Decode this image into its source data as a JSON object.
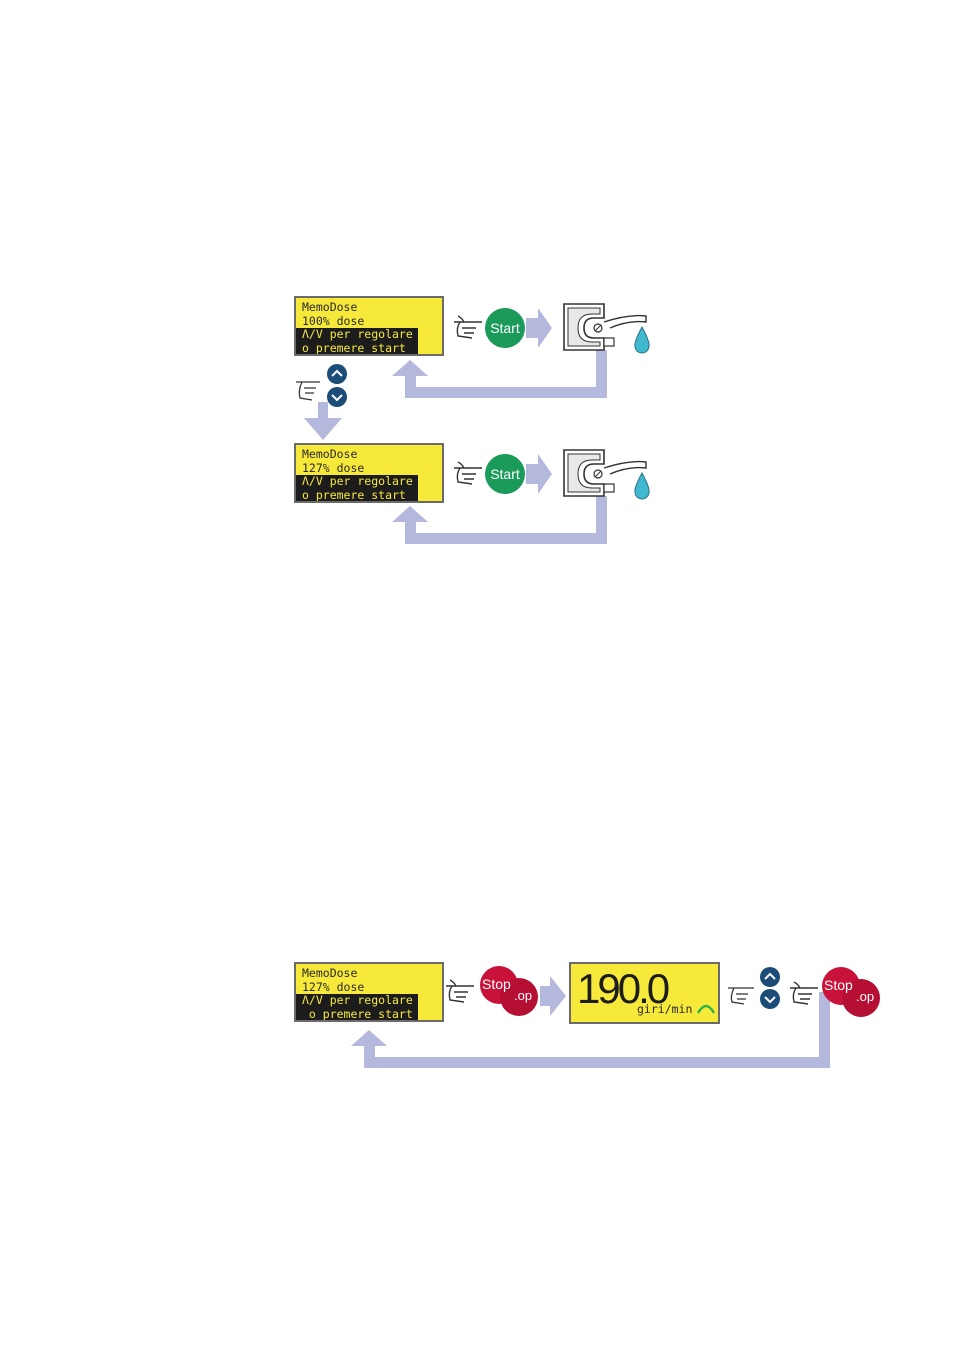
{
  "colors": {
    "lcd": "#f7e93a",
    "arrow": "#b4b8dc",
    "start": "#1a9b5a",
    "stop": "#c8123a",
    "nav": "#1b4d78",
    "drop": "#3fb8d0"
  },
  "panel_top": {
    "line1": "MemoDose",
    "line2": "100% dose",
    "line3": "Λ/V per regolare",
    "line4": "o premere start"
  },
  "panel_mid": {
    "line1": "MemoDose",
    "line2": "127% dose",
    "line3": "Λ/V per regolare",
    "line4": "o premere start"
  },
  "panel_bottom": {
    "line1": "MemoDose",
    "line2": "127% dose",
    "line3": "Λ/V per regolare",
    "line4": " o premere start"
  },
  "speed_display": {
    "value": "190.0",
    "unit": "giri/min"
  },
  "buttons": {
    "start": "Start",
    "stop": "Stop",
    "stop_shadow": ".op"
  },
  "icons": {
    "hand": "pointing-hand-icon",
    "up": "chevron-up-icon",
    "down": "chevron-down-icon",
    "pump": "pump-head-icon",
    "drop": "water-drop-icon"
  }
}
